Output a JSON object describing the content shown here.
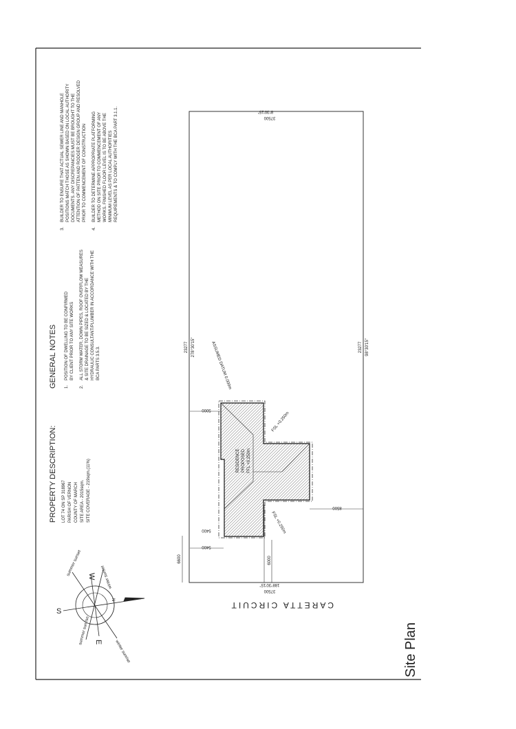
{
  "title": "Site Plan",
  "street_name": "CARETTA CIRCUIT",
  "property_description": {
    "heading": "PROPERTY DESCRIPTION:",
    "lines": [
      "LOT 74    ON SP  318967",
      "PARISH OF    VERNON",
      "COUNTY OF    MARCH",
      "SITE AREA  -  2015sqm.",
      "SITE COVERAGE  -  219sqm.(11%)"
    ]
  },
  "general_notes": {
    "heading": "GENERAL NOTES",
    "notes": [
      {
        "num": "1.",
        "lines": [
          "POSITION OF DWELLING TO BE CONFIRMED",
          "BY CLIENT PRIOR TO ANY SITE WORKS"
        ]
      },
      {
        "num": "2.",
        "lines": [
          "ALL STORM WATER, DOWN PIPES, ROOF OVERFLOW MEASURES",
          "& SITE DRAINAGE TO BE SIZED & LOCATED BY THE",
          "HYDRAULIC CONSULTANT/PLUMBER IN ACCORDANCE WITH THE",
          "BCA PARTS 3.5.3."
        ]
      },
      {
        "num": "3.",
        "lines": [
          "BUILDER TO ENSURE THAT ACTUAL SEWER LINE AND MANHOLE",
          "POSITIONS MATCH THOSE AS SHOWN BASED ON LOCAL AUTHORITY",
          "DOCUMENTS. ANY DISCREPANCIES MUST BE BROUGHT TO THE",
          "ATTENTION OF PATTEN AND RODGER DESIGN GROUP AND RESOLVED",
          "PRIOR TO COMMENCEMENT OF CONSTRUCTION"
        ]
      },
      {
        "num": "4.",
        "lines": [
          "BUILDER TO DETERMINE APPROPRIATE PLATFORMING",
          "METHOD ON SITE PRIOR TO COMMENCEMENT OF ANY",
          "WORKS. FINISHED FLOOR LEVEL IS TO BE ABOVE THE",
          "MINIMUM LEVEL AS PER LOCAL AUTHORITIES",
          "REQUIREMENTS & TO COMPLY WITH THE BCA PART 3.1.1."
        ]
      }
    ]
  },
  "boundaries": {
    "top": {
      "length": "37500",
      "bearing": "8°30'15\""
    },
    "bottom": {
      "length": "37500",
      "bearing": "188°30'15\""
    },
    "left": {
      "length": "23277",
      "bearing": "278°30'15\""
    },
    "right": {
      "length": "23277",
      "bearing": "98°30'15\""
    }
  },
  "datum": "ASSUMED DATUM 0.000m",
  "residence": {
    "line1": "RESIDENCE",
    "line2": "PROPOSED",
    "line3": "FFL +0.250m"
  },
  "fsl_labels": [
    "FSL +0.250m",
    "FSL +0.250m"
  ],
  "setbacks": [
    "5000",
    "5400",
    "8500",
    "6600",
    "6000",
    "5400"
  ],
  "compass": {
    "north": "N",
    "south": "S",
    "east": "E",
    "west": "W",
    "labels": [
      "summer sunset",
      "winter sunset",
      "summer sunrise",
      "winter sunrise"
    ]
  }
}
